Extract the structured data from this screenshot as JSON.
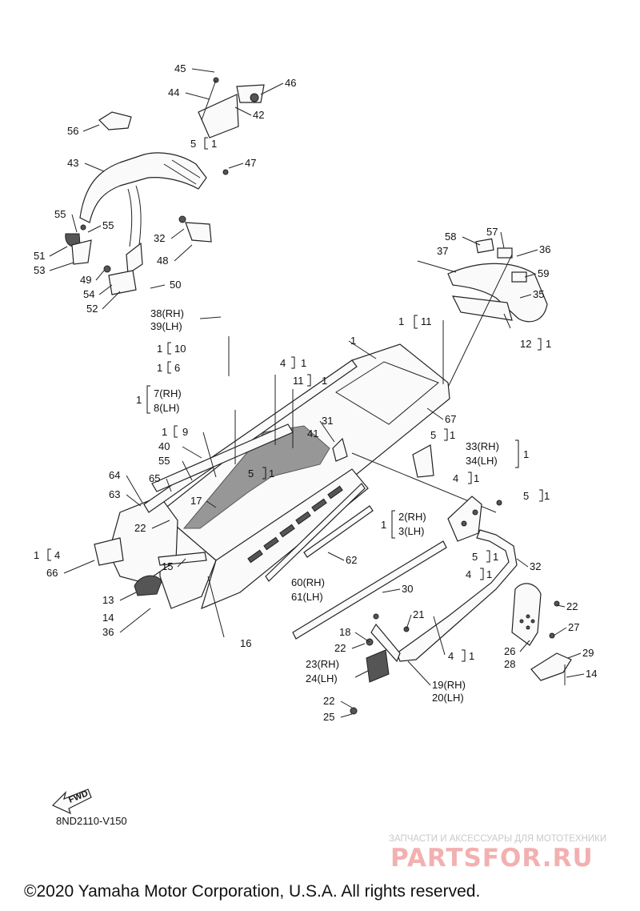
{
  "diagram": {
    "drawing_code": "8ND2110-V150",
    "fwd_label": "FWD",
    "labels": [
      {
        "id": "l45",
        "text": "45"
      },
      {
        "id": "l44",
        "text": "44"
      },
      {
        "id": "l46",
        "text": "46"
      },
      {
        "id": "l42",
        "text": "42"
      },
      {
        "id": "l56",
        "text": "56"
      },
      {
        "id": "l5a",
        "text": "5"
      },
      {
        "id": "l1a",
        "text": "1"
      },
      {
        "id": "l43",
        "text": "43"
      },
      {
        "id": "l47",
        "text": "47"
      },
      {
        "id": "l55a",
        "text": "55"
      },
      {
        "id": "l55b",
        "text": "55"
      },
      {
        "id": "l32a",
        "text": "32"
      },
      {
        "id": "l51",
        "text": "51"
      },
      {
        "id": "l48",
        "text": "48"
      },
      {
        "id": "l53",
        "text": "53"
      },
      {
        "id": "l49",
        "text": "49"
      },
      {
        "id": "l50",
        "text": "50"
      },
      {
        "id": "l54",
        "text": "54"
      },
      {
        "id": "l52",
        "text": "52"
      },
      {
        "id": "l58",
        "text": "58"
      },
      {
        "id": "l57",
        "text": "57"
      },
      {
        "id": "l37",
        "text": "37"
      },
      {
        "id": "l36a",
        "text": "36"
      },
      {
        "id": "l59",
        "text": "59"
      },
      {
        "id": "l35",
        "text": "35"
      },
      {
        "id": "l38",
        "text": "38(RH)"
      },
      {
        "id": "l39",
        "text": "39(LH)"
      },
      {
        "id": "l1b",
        "text": "1"
      },
      {
        "id": "l11",
        "text": "11"
      },
      {
        "id": "l12",
        "text": "12"
      },
      {
        "id": "l1c",
        "text": "1"
      },
      {
        "id": "l1d",
        "text": "1"
      },
      {
        "id": "l1main",
        "text": "1"
      },
      {
        "id": "l10",
        "text": "10"
      },
      {
        "id": "l1e",
        "text": "1"
      },
      {
        "id": "l6",
        "text": "6"
      },
      {
        "id": "l4a",
        "text": "4"
      },
      {
        "id": "l1f",
        "text": "1"
      },
      {
        "id": "l11b",
        "text": "11"
      },
      {
        "id": "l1g",
        "text": "1"
      },
      {
        "id": "l1h",
        "text": "1"
      },
      {
        "id": "l7",
        "text": "7(RH)"
      },
      {
        "id": "l8",
        "text": "8(LH)"
      },
      {
        "id": "l67",
        "text": "67"
      },
      {
        "id": "l1i",
        "text": "1"
      },
      {
        "id": "l9",
        "text": "9"
      },
      {
        "id": "l31",
        "text": "31"
      },
      {
        "id": "l41",
        "text": "41"
      },
      {
        "id": "l5b",
        "text": "5"
      },
      {
        "id": "l1j",
        "text": "1"
      },
      {
        "id": "l40",
        "text": "40"
      },
      {
        "id": "l33",
        "text": "33(RH)"
      },
      {
        "id": "l34",
        "text": "34(LH)"
      },
      {
        "id": "l1k",
        "text": "1"
      },
      {
        "id": "l55c",
        "text": "55"
      },
      {
        "id": "l5c",
        "text": "5"
      },
      {
        "id": "l1l",
        "text": "1"
      },
      {
        "id": "l4b",
        "text": "4"
      },
      {
        "id": "l1m",
        "text": "1"
      },
      {
        "id": "l64",
        "text": "64"
      },
      {
        "id": "l65",
        "text": "65"
      },
      {
        "id": "l5d",
        "text": "5"
      },
      {
        "id": "l1n",
        "text": "1"
      },
      {
        "id": "l63",
        "text": "63"
      },
      {
        "id": "l17",
        "text": "17"
      },
      {
        "id": "l2",
        "text": "2(RH)"
      },
      {
        "id": "l3",
        "text": "3(LH)"
      },
      {
        "id": "l1o",
        "text": "1"
      },
      {
        "id": "l22a",
        "text": "22"
      },
      {
        "id": "l1p",
        "text": "1"
      },
      {
        "id": "l4c",
        "text": "4"
      },
      {
        "id": "l5e",
        "text": "5"
      },
      {
        "id": "l1q",
        "text": "1"
      },
      {
        "id": "l66",
        "text": "66"
      },
      {
        "id": "l15",
        "text": "15"
      },
      {
        "id": "l62",
        "text": "62"
      },
      {
        "id": "l32b",
        "text": "32"
      },
      {
        "id": "l4d",
        "text": "4"
      },
      {
        "id": "l1r",
        "text": "1"
      },
      {
        "id": "l60",
        "text": "60(RH)"
      },
      {
        "id": "l61",
        "text": "61(LH)"
      },
      {
        "id": "l30",
        "text": "30"
      },
      {
        "id": "l13",
        "text": "13"
      },
      {
        "id": "l14a",
        "text": "14"
      },
      {
        "id": "l36b",
        "text": "36"
      },
      {
        "id": "l22b",
        "text": "22"
      },
      {
        "id": "l21",
        "text": "21"
      },
      {
        "id": "l18",
        "text": "18"
      },
      {
        "id": "l27",
        "text": "27"
      },
      {
        "id": "l16",
        "text": "16"
      },
      {
        "id": "l22c",
        "text": "22"
      },
      {
        "id": "l4e",
        "text": "4"
      },
      {
        "id": "l1s",
        "text": "1"
      },
      {
        "id": "l26",
        "text": "26"
      },
      {
        "id": "l29",
        "text": "29"
      },
      {
        "id": "l23",
        "text": "23(RH)"
      },
      {
        "id": "l28",
        "text": "28"
      },
      {
        "id": "l24",
        "text": "24(LH)"
      },
      {
        "id": "l14b",
        "text": "14"
      },
      {
        "id": "l19",
        "text": "19(RH)"
      },
      {
        "id": "l20",
        "text": "20(LH)"
      },
      {
        "id": "l22d",
        "text": "22"
      },
      {
        "id": "l25",
        "text": "25"
      }
    ]
  },
  "watermark": {
    "tagline": "ЗАПЧАСТИ И АКСЕССУАРЫ ДЛЯ МОТОТЕХНИКИ",
    "logo": "PARTSFOR.RU"
  },
  "footer": {
    "copyright": "©2020 Yamaha Motor Corporation, U.S.A. All rights reserved."
  }
}
